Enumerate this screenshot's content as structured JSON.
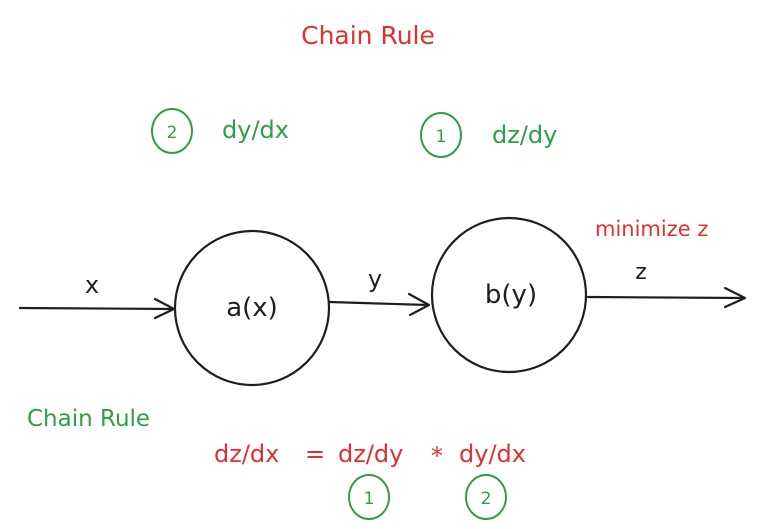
{
  "colors": {
    "red": "#e03131",
    "green": "#2f9e44",
    "ink": "#1e1e1e"
  },
  "title": "Chain Rule",
  "derivatives": {
    "first": {
      "badge": "2",
      "label": "dy/dx"
    },
    "second": {
      "badge": "1",
      "label": "dz/dy"
    }
  },
  "nodes": {
    "a": {
      "label": "a(x)"
    },
    "b": {
      "label": "b(y)"
    }
  },
  "edges": {
    "input": "x",
    "middle": "y",
    "output": "z"
  },
  "goal": "minimize z",
  "formula": {
    "heading": "Chain Rule",
    "lhs": "dz/dx",
    "equals": "=",
    "term1": "dz/dy",
    "times": "*",
    "term2": "dy/dx",
    "badge1": "1",
    "badge2": "2"
  }
}
